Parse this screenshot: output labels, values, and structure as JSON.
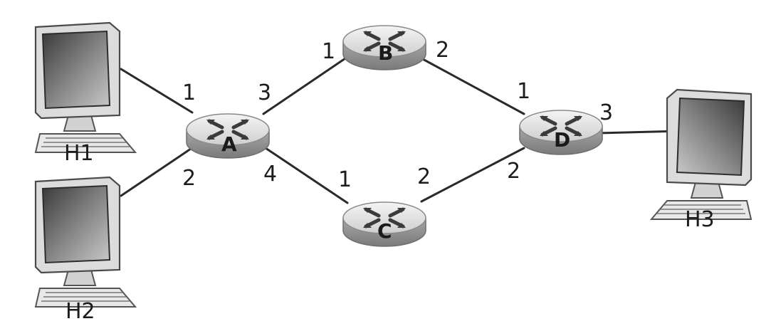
{
  "hosts": [
    {
      "id": "H1",
      "label": "H1"
    },
    {
      "id": "H2",
      "label": "H2"
    },
    {
      "id": "H3",
      "label": "H3"
    }
  ],
  "routers": [
    {
      "id": "A",
      "label": "A"
    },
    {
      "id": "B",
      "label": "B"
    },
    {
      "id": "C",
      "label": "C"
    },
    {
      "id": "D",
      "label": "D"
    }
  ],
  "links": [
    {
      "from": "H1",
      "to": "A",
      "to_port": "1"
    },
    {
      "from": "H2",
      "to": "A",
      "to_port": "2"
    },
    {
      "from": "A",
      "from_port": "3",
      "to": "B",
      "to_port": "1"
    },
    {
      "from": "A",
      "from_port": "4",
      "to": "C",
      "to_port": "1"
    },
    {
      "from": "B",
      "from_port": "2",
      "to": "D",
      "to_port": "1"
    },
    {
      "from": "C",
      "from_port": "2",
      "to": "D",
      "to_port": "2"
    },
    {
      "from": "D",
      "from_port": "3",
      "to": "H3"
    }
  ],
  "ports": {
    "A1": "1",
    "A2": "2",
    "A3": "3",
    "A4": "4",
    "B1": "1",
    "B2": "2",
    "C1": "1",
    "C2": "2",
    "D1": "1",
    "D2": "2",
    "D3": "3"
  },
  "colors": {
    "link": "#2a2a2a",
    "router_top": "#e3e3e3",
    "router_side": "#8f8f8f",
    "monitor_screen": "#555555",
    "monitor_case": "#d6d6d6"
  }
}
